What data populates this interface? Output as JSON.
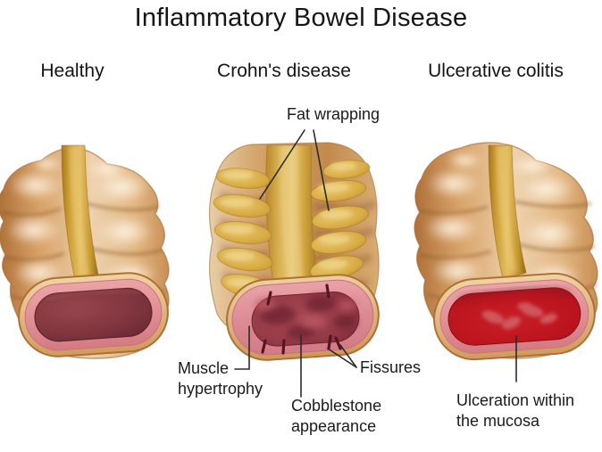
{
  "title": "Inflammatory Bowel Disease",
  "columns": [
    {
      "id": "healthy",
      "label": "Healthy"
    },
    {
      "id": "crohns",
      "label": "Crohn's disease"
    },
    {
      "id": "ulcerative_colitis",
      "label": "Ulcerative colitis"
    }
  ],
  "annotations": {
    "fat_wrapping": {
      "text": "Fat wrapping"
    },
    "muscle_hypertrophy": {
      "line1": "Muscle",
      "line2": "hypertrophy"
    },
    "cobblestone": {
      "line1": "Cobblestone",
      "line2": "appearance"
    },
    "fissures": {
      "text": "Fissures"
    },
    "ulceration": {
      "line1": "Ulceration within",
      "line2": "the mucosa"
    }
  },
  "palette": {
    "background": "#ffffff",
    "text": "#1d1d1d",
    "bowel_tan_light": "#EDD2AE",
    "bowel_tan": "#D9A369",
    "bowel_outline": "#A4703C",
    "taenia_gold": "#D9AC44",
    "fat_gold_light": "#E8C873",
    "mucosa_pink": "#E28F94",
    "healthy_lumen_maroon": "#833740",
    "crohn_wall_pink": "#DD8B93",
    "crohn_cobblestone_red": "#943946",
    "fissure_dark_red": "#571523",
    "colitis_red": "#BC141E",
    "pointer_line": "#2b2b2b"
  }
}
